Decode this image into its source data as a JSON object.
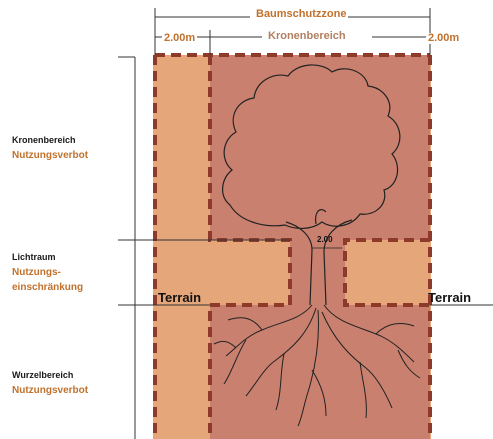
{
  "header": {
    "zone_label": "Baumschutzzone",
    "crown_label": "Kronenbereich",
    "left_width": "2.00m",
    "right_width": "2.00m"
  },
  "left_labels": {
    "crown_title": "Kronenbereich",
    "crown_rule": "Nutzungsverbot",
    "clearance_title": "Lichtraum",
    "clearance_rule_line1": "Nutzungs-",
    "clearance_rule_line2": "einschränkung",
    "root_title": "Wurzelbereich",
    "root_rule": "Nutzungsverbot"
  },
  "diagram": {
    "trunk_dimension": "2.00",
    "terrain_left": "Terrain",
    "terrain_right": "Terrain"
  },
  "colors": {
    "zone_fill": "#c9806f",
    "buffer_fill": "#e5a77a",
    "dashed_border": "#8e3a2a",
    "accent_text": "#c0722d"
  }
}
